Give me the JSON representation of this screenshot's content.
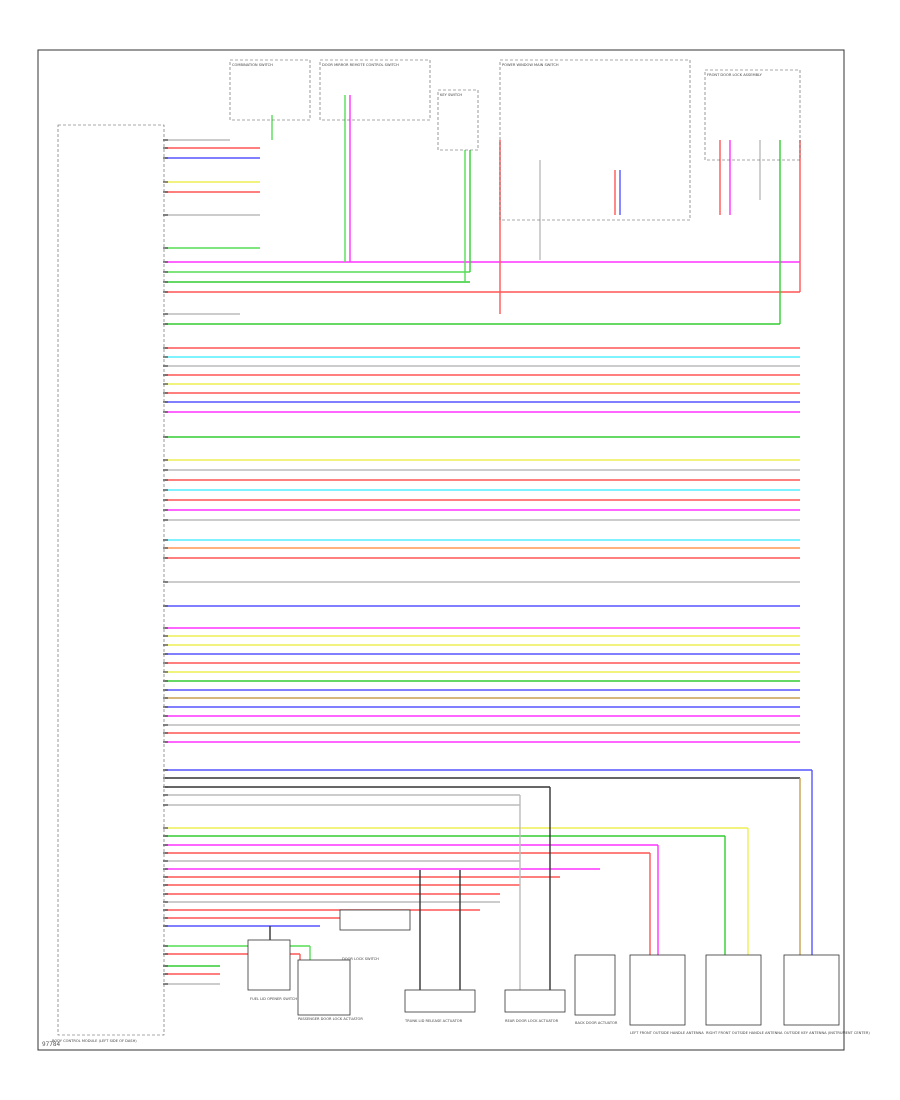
{
  "page": {
    "code": "97784"
  },
  "colors": {
    "G": "#55dd55",
    "P": "#ff33ff",
    "R": "#ff5555",
    "Y": "#eeee55",
    "L": "#5555ff",
    "LG": "#33cc33",
    "SB": "#55eeff",
    "BR": "#c9a050",
    "B": "#333333",
    "W": "#bbbbbb",
    "O": "#ff9955"
  },
  "components": {
    "bcm": {
      "id": "bcm",
      "label": "BODY CONTROL MODULE (LEFT SIDE OF DASH)"
    },
    "b1": {
      "id": "b1",
      "label": "FUEL LID OPENER SWITCH"
    },
    "b2": {
      "id": "b2",
      "label": "PASSENGER DOOR LOCK ACTUATOR"
    },
    "b3": {
      "id": "b3",
      "label": "DOOR LOCK SWITCH"
    },
    "b4": {
      "id": "b4",
      "label": "TRUNK LID RELEASE ACTUATOR"
    },
    "b5": {
      "id": "b5",
      "label": "REAR DOOR LOCK ACTUATOR"
    },
    "b6": {
      "id": "b6",
      "label": "BACK DOOR ACTUATOR"
    },
    "b7": {
      "id": "b7",
      "label": "LEFT FRONT OUTSIDE HANDLE ANTENNA"
    },
    "b8": {
      "id": "b8",
      "label": "RIGHT FRONT OUTSIDE HANDLE ANTENNA"
    },
    "b9": {
      "id": "b9",
      "label": "OUTSIDE KEY ANTENNA (INSTRUMENT CENTER)"
    },
    "top1": {
      "id": "top1",
      "label": "COMBINATION SWITCH"
    },
    "top2": {
      "id": "top2",
      "label": "DOOR MIRROR REMOTE CONTROL SWITCH"
    },
    "top3": {
      "id": "top3",
      "label": "KEY SWITCH"
    },
    "top4": {
      "id": "top4",
      "label": "POWER WINDOW MAIN SWITCH"
    },
    "top5": {
      "id": "top5",
      "label": "FRONT DOOR LOCK ASSEMBLY"
    }
  }
}
